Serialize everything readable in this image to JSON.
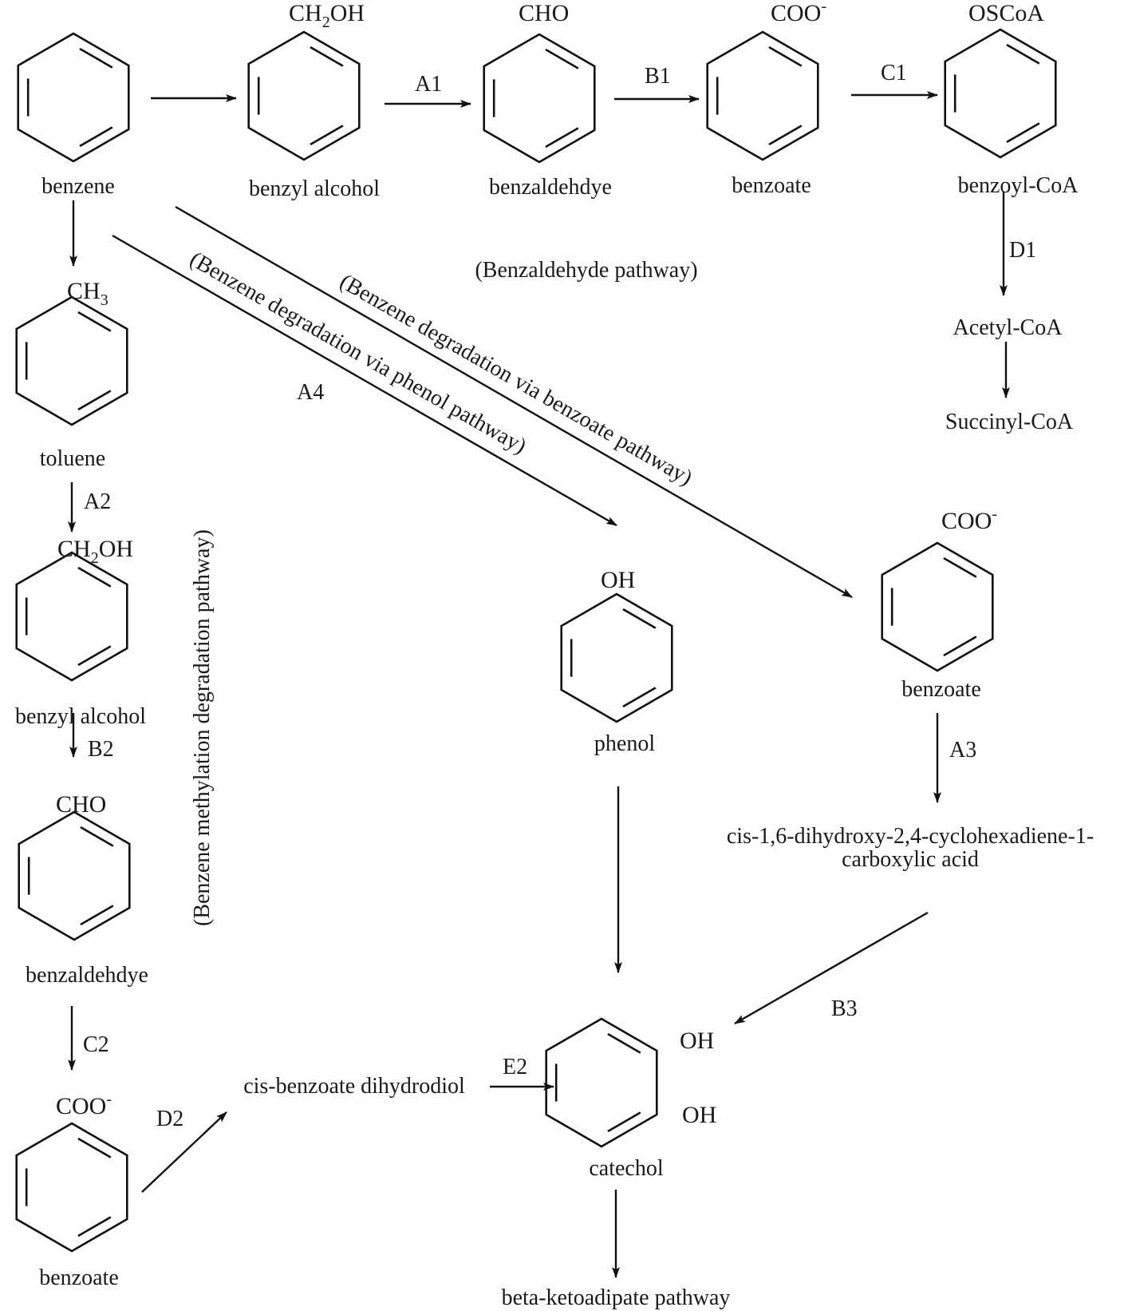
{
  "title": "Benzene degradation pathways",
  "pathway_labels": {
    "benzaldehyde": "(Benzaldehyde pathway)",
    "benzoate": "(Benzene degradation via benzoate pathway)",
    "phenol": "(Benzene degradation via phenol pathway)",
    "methylation": "(Benzene methylation degradation pathway)"
  },
  "compounds": {
    "benzene": {
      "name": "benzene",
      "substituent": ""
    },
    "benzyl_alcohol_top": {
      "name": "benzyl alcohol",
      "substituent": "CH",
      "sub_index": "2",
      "substituent_tail": "OH"
    },
    "benzaldehyde_top": {
      "name": "benzaldehdye",
      "substituent": "CHO"
    },
    "benzoate_top": {
      "name": "benzoate",
      "substituent": "COO",
      "charge": "-"
    },
    "benzoyl_coa": {
      "name": "benzoyl-CoA",
      "substituent": "OSCoA"
    },
    "acetyl_coa": {
      "name": "Acetyl-CoA"
    },
    "succinyl_coa": {
      "name": "Succinyl-CoA"
    },
    "toluene": {
      "name": "toluene",
      "substituent": "CH",
      "sub_index": "3"
    },
    "benzyl_alcohol_left": {
      "name": "benzyl alcohol",
      "substituent": "CH",
      "sub_index": "2",
      "substituent_tail": "OH"
    },
    "benzaldehyde_left": {
      "name": "benzaldehdye",
      "substituent": "CHO"
    },
    "benzoate_left": {
      "name": "benzoate",
      "substituent": "COO",
      "charge": "-"
    },
    "phenol": {
      "name": "phenol",
      "substituent": "OH"
    },
    "benzoate_right": {
      "name": "benzoate",
      "substituent": "COO",
      "charge": "-"
    },
    "cyclohexadiene": {
      "line1": "cis-1,6-dihydroxy-2,4-cyclohexadiene-1-",
      "line2": "carboxylic acid"
    },
    "cis_benzoate_dihydrodiol": {
      "name": "cis-benzoate dihydrodiol"
    },
    "catechol": {
      "name": "catechol",
      "oh1": "OH",
      "oh2": "OH"
    },
    "beta_ketoadipate": {
      "name": "beta-ketoadipate pathway"
    }
  },
  "enzymes": {
    "A1": "A1",
    "B1": "B1",
    "C1": "C1",
    "D1": "D1",
    "A2": "A2",
    "B2": "B2",
    "C2": "C2",
    "D2": "D2",
    "E2": "E2",
    "A3": "A3",
    "B3": "B3",
    "A4": "A4"
  }
}
